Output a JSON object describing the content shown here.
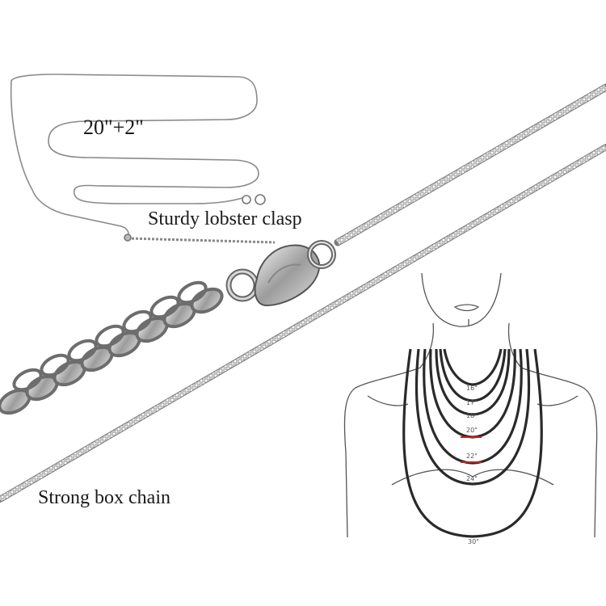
{
  "labels": {
    "length": "20\"+2\"",
    "clasp": "Sturdy lobster clasp",
    "chain": "Strong box chain"
  },
  "size_chart": {
    "sizes": [
      "16\"",
      "17\"",
      "18\"",
      "20\"",
      "22\"",
      "24\"",
      "30\""
    ],
    "highlighted": [
      "20\"",
      "22\""
    ],
    "highlight_color": "#d01c1c"
  },
  "colors": {
    "chain_silver": "#9a9a9a",
    "outline": "#444444",
    "necklace_line": "#2a2a2a"
  }
}
